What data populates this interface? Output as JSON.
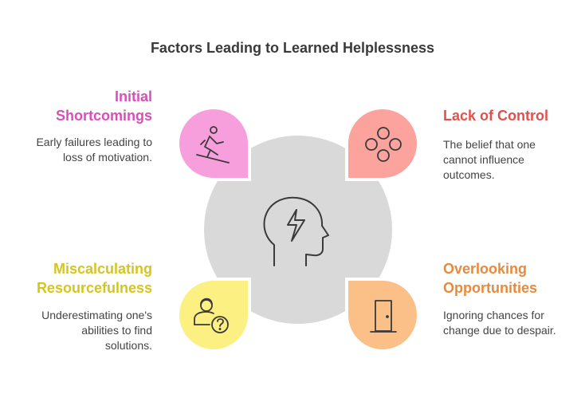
{
  "title": "Factors Leading to Learned Helplessness",
  "colors": {
    "center": "#d9d9d9",
    "initial": "#f79fdd",
    "control": "#fba39c",
    "miscalc": "#fdf083",
    "overlook": "#fbbf88",
    "heading_initial": "#d94fb8",
    "heading_control": "#e2504b",
    "heading_miscalc": "#d6c51c",
    "heading_overlook": "#e88a3c"
  },
  "factors": {
    "initial": {
      "heading_line1": "Initial",
      "heading_line2": "Shortcomings",
      "desc_line1": "Early failures leading to",
      "desc_line2": "loss of motivation.",
      "icon": "snowboarder-icon"
    },
    "control": {
      "heading": "Lack of Control",
      "desc_line1": "The belief that one",
      "desc_line2": "cannot influence",
      "desc_line3": "outcomes.",
      "icon": "three-circles-icon"
    },
    "miscalc": {
      "heading_line1": "Miscalculating",
      "heading_line2": "Resourcefulness",
      "desc_line1": "Underestimating one's",
      "desc_line2": "abilities to find",
      "desc_line3": "solutions.",
      "icon": "person-question-icon"
    },
    "overlook": {
      "heading_line1": "Overlooking",
      "heading_line2": "Opportunities",
      "desc_line1": "Ignoring chances for",
      "desc_line2": "change due to despair.",
      "icon": "door-icon"
    }
  },
  "center_icon": "brain-lightning-icon"
}
